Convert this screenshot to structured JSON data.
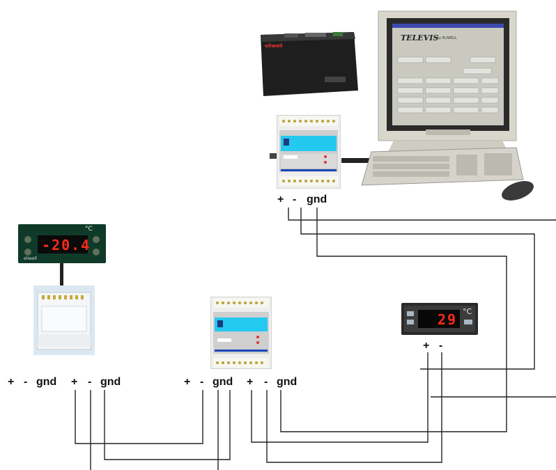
{
  "controller_top": {
    "display": "-20.4",
    "brand": "eliwell",
    "unit": "°C"
  },
  "controller_right": {
    "display": "29",
    "unit": "°C"
  },
  "monitor": {
    "app_title": "TELEVIS",
    "app_subtitle": "by ELIWELL"
  },
  "gateway": {
    "brand": "eliwell"
  },
  "terminals": {
    "top_gateway": {
      "plus": "+",
      "minus": "-",
      "gnd": "gnd"
    },
    "group1": {
      "plus": "+",
      "minus": "-",
      "gnd": "gnd"
    },
    "group2": {
      "plus": "+",
      "minus": "-",
      "gnd": "gnd"
    },
    "group3": {
      "plus": "+",
      "minus": "-",
      "gnd": "gnd"
    },
    "group4": {
      "plus": "+",
      "minus": "-",
      "gnd": "gnd"
    },
    "right_controller": {
      "plus": "+",
      "minus": "-"
    }
  }
}
